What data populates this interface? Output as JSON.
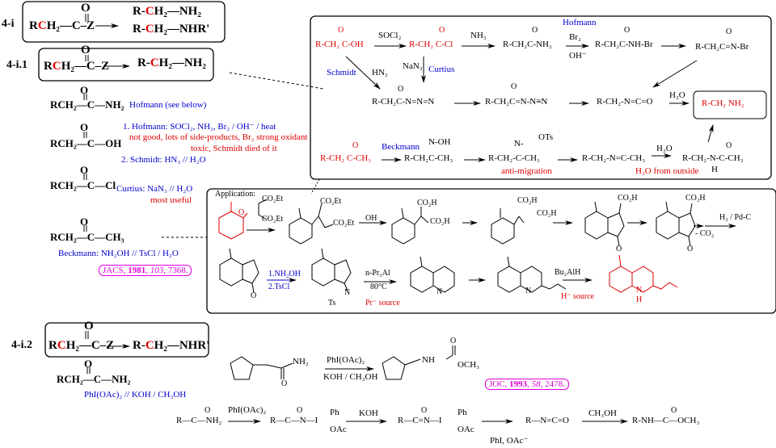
{
  "sections": {
    "s1": "4-i",
    "s2": "4-i.1",
    "s3": "4-i.2"
  },
  "general": {
    "reactant_R": "R",
    "reactant_C": "C",
    "reactant_rest": "H₂—C–Z",
    "carbonyl_O": "O",
    "product1_prefix": "R-",
    "product1_C": "C",
    "product1_suffix": "H₂—NH₂",
    "product2_prefix": "R-",
    "product2_C": "C",
    "product2_suffix": "H₂—NHR'"
  },
  "substrates": {
    "amide": "RCH₂—C—NH₂",
    "acid": "RCH₂—C—OH",
    "acid_chloride": "RCH₂—C—Cl",
    "ketone": "RCH₂—C—CH₃",
    "O": "O"
  },
  "notes": {
    "hofmann_see_below": "Hofmann (see below)",
    "hofmann_1": "1. Hofmann:  SOCl₂, NH₃, Br₂ / OH⁻ / heat",
    "hofmann_warn1": "not good, lots of side-products, Br₂ strong oxidant",
    "hofmann_warn2": "toxic, Schmidt died of it",
    "schmidt_2": "2. Schmidt:  HN₃  //  H₂O",
    "curtius": "Curtius:  NaN₃  // H₂O",
    "curtius_note": "most useful",
    "beckmann": "Beckmann:  NH₂OH // TsCl / H₂O",
    "cite1_journal": "JACS, ",
    "cite1_year": "1981",
    "cite1_vol": "103",
    "cite1_page": ", 7368."
  },
  "mechanism": {
    "acid": "R-CH₂ C-OH",
    "reagent_socl2": "SOCl₂",
    "acid_chloride": "R-CH₂ C-Cl",
    "reagent_nh3": "NH₃",
    "amide": "R-CH₂C-NH₂",
    "label_hofmann": "Hofmann",
    "reagent_br2": "Br₂",
    "reagent_oh": "OH⁻",
    "n_bromoamide": "R-CH₂C-NH-Br",
    "anion": "R-CH₂C=N-Br",
    "label_schmidt": "Schmidt",
    "reagent_hn3": "HN₃",
    "reagent_nan3": "NaN₃",
    "label_curtius": "Curtius",
    "acyl_azide": "R-CH₂C-N=N=N",
    "acyl_nitrene": "R-CH₂C=N-N≡N",
    "isocyanate": "R-CH₂-N=C=O",
    "reagent_h2o": "H₂O",
    "product": "R-CH₂ NH₂",
    "ketone": "R-CH₂ C-CH₃",
    "label_beckmann": "Beckmann",
    "oxime": "R-CH₂C-CH₃",
    "oxime_oh": "N-OH",
    "tosylate": "R-CH₂-C-CH₃",
    "tosylate_n": "N-",
    "tosylate_ots": "OTs",
    "anti_migration": "anti-migration",
    "nitrilium": "R-CH₂-N=C-CH₃",
    "reagent_h2o_2": "H₂O",
    "h2o_outside": "H₂O from outside",
    "amide_product": "R-CH₂-N-C-CH₃",
    "amide_H": "H",
    "O": "O"
  },
  "application": {
    "title": "Application:",
    "co2et": "CO₂Et",
    "co2h": "CO₂H",
    "oh": "OH",
    "h2_pdc": "H₂ / Pd-C",
    "minus_co2": "- CO₂",
    "step_1": "1.NH₂OH",
    "step_2": "2.TsCl",
    "ts": "Ts",
    "npr3al": "n-Pr₃Al",
    "temp": "80°C",
    "pr_source": "Pr⁻ source",
    "n_plus": "N",
    "bu2alh": "Bu₂AlH",
    "h_source": "H⁻ source",
    "N": "N",
    "H": "H",
    "O": "O"
  },
  "secondary": {
    "substrate": "RCH₂—C—NH₂",
    "reagents": "PhI(OAc)₂ // KOH / CH₃OH",
    "ex_nh2": "NH₂",
    "ex_reagent_top": "PhI(OAc)₂",
    "ex_reagent_bot": "KOH / CH₃OH",
    "ex_nh": "NH",
    "ex_och3": "OCH₃",
    "cite2_journal": "JOC, ",
    "cite2_year": "1993",
    "cite2_vol": "58",
    "cite2_page": ", 2478.",
    "mech_amide": "R—C—NH₂",
    "mech_reagent1": "PhI(OAc)₂",
    "mech_int1": "R—C—N—I",
    "ph": "Ph",
    "oac": "OAc",
    "mech_reagent2": "KOH",
    "mech_int2": "R—C=N—I",
    "byproduct": "PhI, OAc⁻",
    "isocyanate": "R—N=C=O",
    "mech_reagent3": "CH₃OH",
    "carbamate": "R-NH—C—OCH₃",
    "O": "O"
  },
  "colors": {
    "reagent_blue": "#0000cc",
    "warning_red": "#dd0000",
    "citation_magenta": "#e000e0"
  }
}
